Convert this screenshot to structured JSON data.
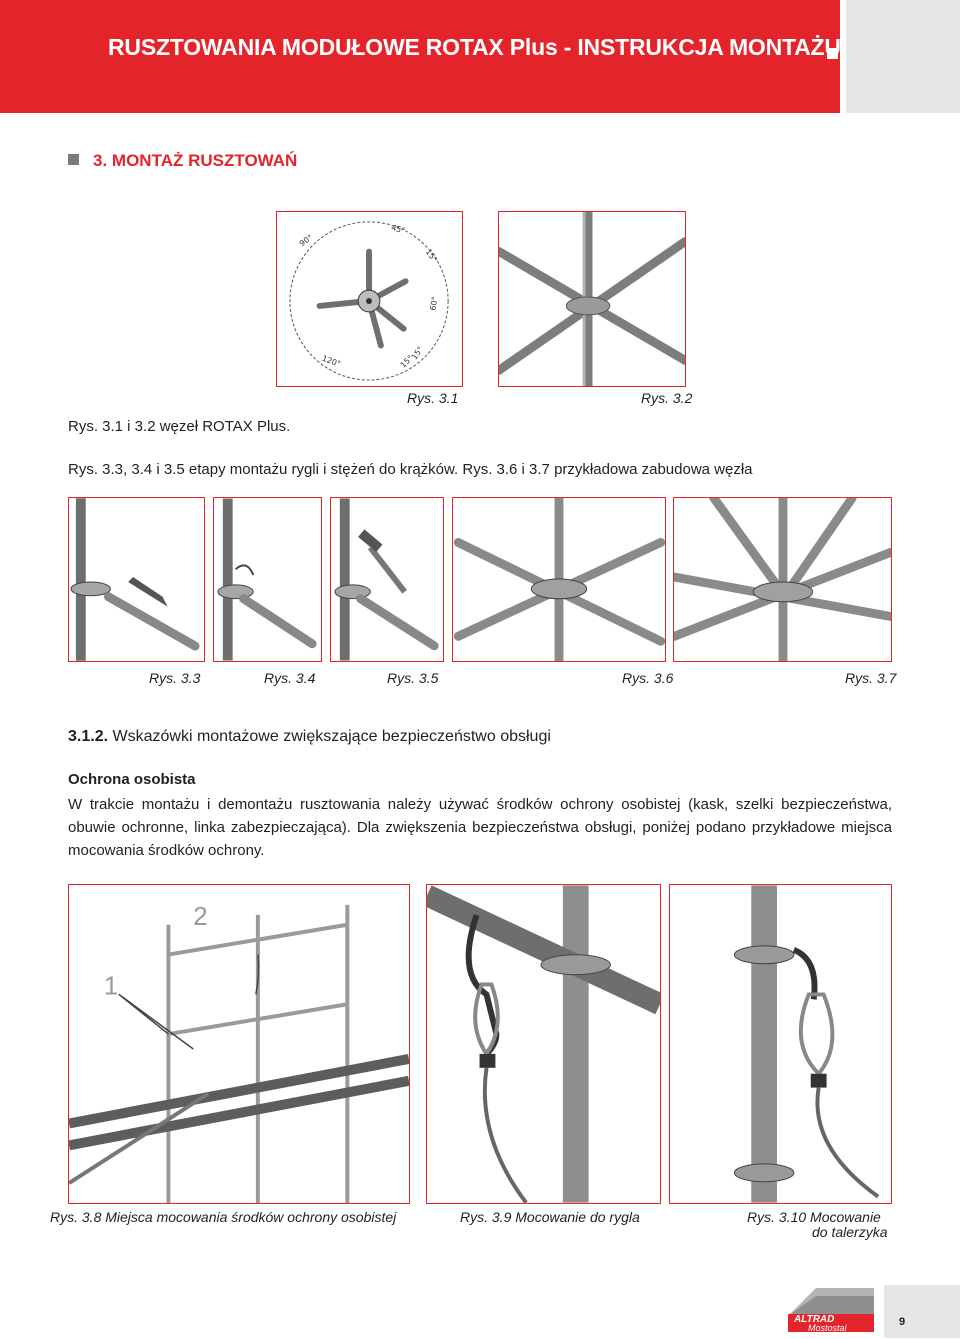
{
  "header": {
    "title": "RUSZTOWANIA MODUŁOWE ROTAX Plus - INSTRUKCJA MONTAŻU"
  },
  "section": {
    "number": "3.",
    "title": "MONTAŻ RUSZTOWAŃ"
  },
  "figures_top": {
    "fig31_label": "Rys. 3.1",
    "fig32_label": "Rys. 3.2",
    "angles": [
      "90°",
      "45°",
      "15°",
      "60°",
      "120°",
      "15°",
      "15°"
    ]
  },
  "captions": {
    "rys31_32": "Rys. 3.1 i 3.2  węzeł ROTAX Plus.",
    "rys33_37": "Rys. 3.3, 3.4 i 3.5  etapy montażu rygli i stężeń do krążków. Rys. 3.6 i 3.7  przykładowa zabudowa węzła"
  },
  "figures_mid": {
    "labels": [
      "Rys. 3.3",
      "Rys. 3.4",
      "Rys. 3.5",
      "Rys. 3.6",
      "Rys. 3.7"
    ]
  },
  "subsection": {
    "number": "3.1.2.",
    "title": "Wskazówki montażowe zwiększające bezpieczeństwo obsługi"
  },
  "protection": {
    "heading": "Ochrona osobista",
    "paragraph": "W trakcie montażu i demontażu rusztowania należy używać środków ochrony osobistej (kask, szelki bezpieczeństwa, obuwie ochronne, linka zabezpieczająca). Dla zwiększenia bezpieczeństwa obsługi, poniżej podano przykładowe miejsca mocowania środków ochrony."
  },
  "figures_bottom": {
    "marker_1": "1",
    "marker_2": "2",
    "caption_38": "Rys. 3.8  Miejsca mocowania środków ochrony osobistej",
    "caption_39": "Rys. 3.9  Mocowanie do rygla",
    "caption_310_a": "Rys. 3.10  Mocowanie",
    "caption_310_b": "do talerzyka"
  },
  "footer": {
    "logo_line1": "ALTRAD",
    "logo_line2": "Mostostal",
    "page_number": "9"
  },
  "colors": {
    "brand_red": "#e3242b",
    "gray_panel": "#e6e6e6"
  }
}
